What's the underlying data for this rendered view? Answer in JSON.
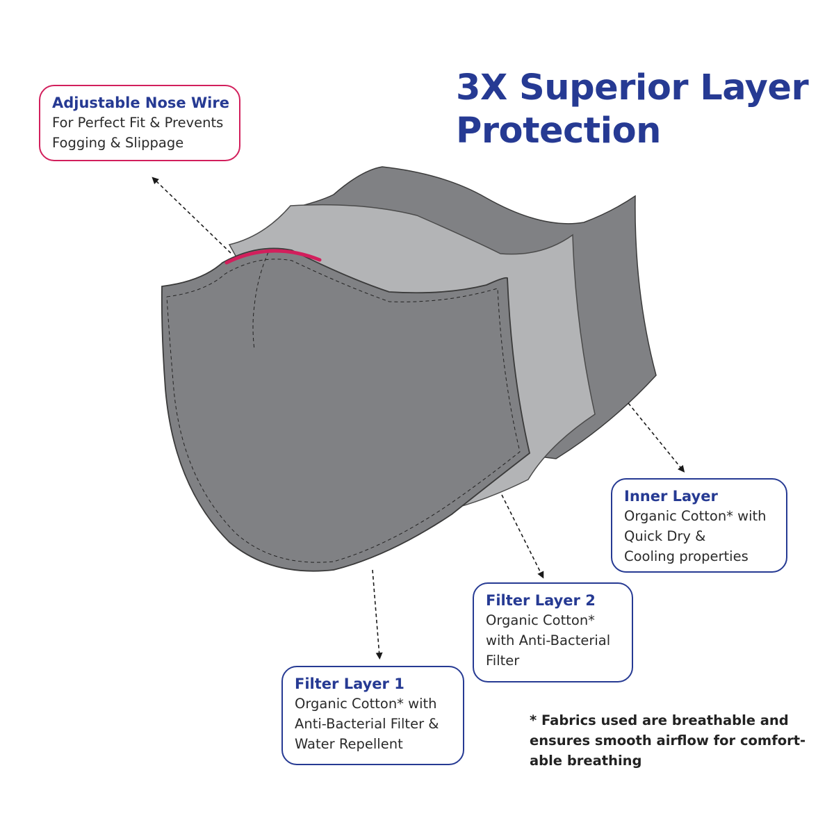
{
  "title": {
    "line1": "3X Superior Layer",
    "line2": "Protection"
  },
  "callouts": {
    "nose_wire": {
      "heading": "Adjustable Nose Wire",
      "text": "For Perfect Fit & Prevents\nFogging & Slippage"
    },
    "inner_layer": {
      "heading": "Inner Layer",
      "text": "Organic Cotton* with\nQuick Dry &\nCooling properties"
    },
    "filter_layer_2": {
      "heading": "Filter Layer 2",
      "text": "Organic Cotton*\nwith Anti-Bacterial\nFilter"
    },
    "filter_layer_1": {
      "heading": "Filter Layer 1",
      "text": "Organic Cotton* with\nAnti-Bacterial Filter &\nWater Repellent"
    }
  },
  "footnote": "* Fabrics used are breathable and\nensures smooth airflow for comfort-\nable breathing",
  "colors": {
    "heading_blue": "#263a93",
    "accent_pink": "#d21f5c",
    "mask_dark_grey": "#808184",
    "mask_light_grey": "#b3b4b6",
    "text_dark": "#2a2a2a"
  }
}
